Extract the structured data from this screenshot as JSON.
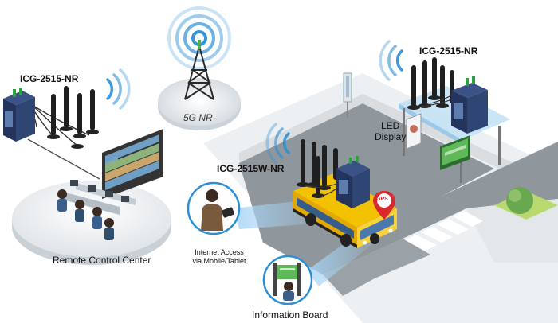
{
  "labels": {
    "device_left": "ICG-2515-NR",
    "device_right": "ICG-2515-NR",
    "device_bus": "ICG-2515W-NR",
    "network": "5G NR",
    "control_center": "Remote Control Center",
    "internet_access": "Internet Access",
    "internet_access_sub": "via Mobile/Tablet",
    "led_display_1": "LED",
    "led_display_2": "Display",
    "info_board": "Information Board",
    "gps": "GPS"
  },
  "colors": {
    "signal_blue": "#2b8fd6",
    "road_gray": "#8f969c",
    "bus_yellow": "#f2c100",
    "device_navy": "#2a3e6e",
    "gps_red": "#d8292f",
    "tower_green": "#4caf50"
  },
  "icons": [
    "wifi-signal-icon",
    "antenna-icon",
    "cell-tower-icon",
    "gps-pin-icon",
    "bus-icon",
    "router-icon"
  ]
}
